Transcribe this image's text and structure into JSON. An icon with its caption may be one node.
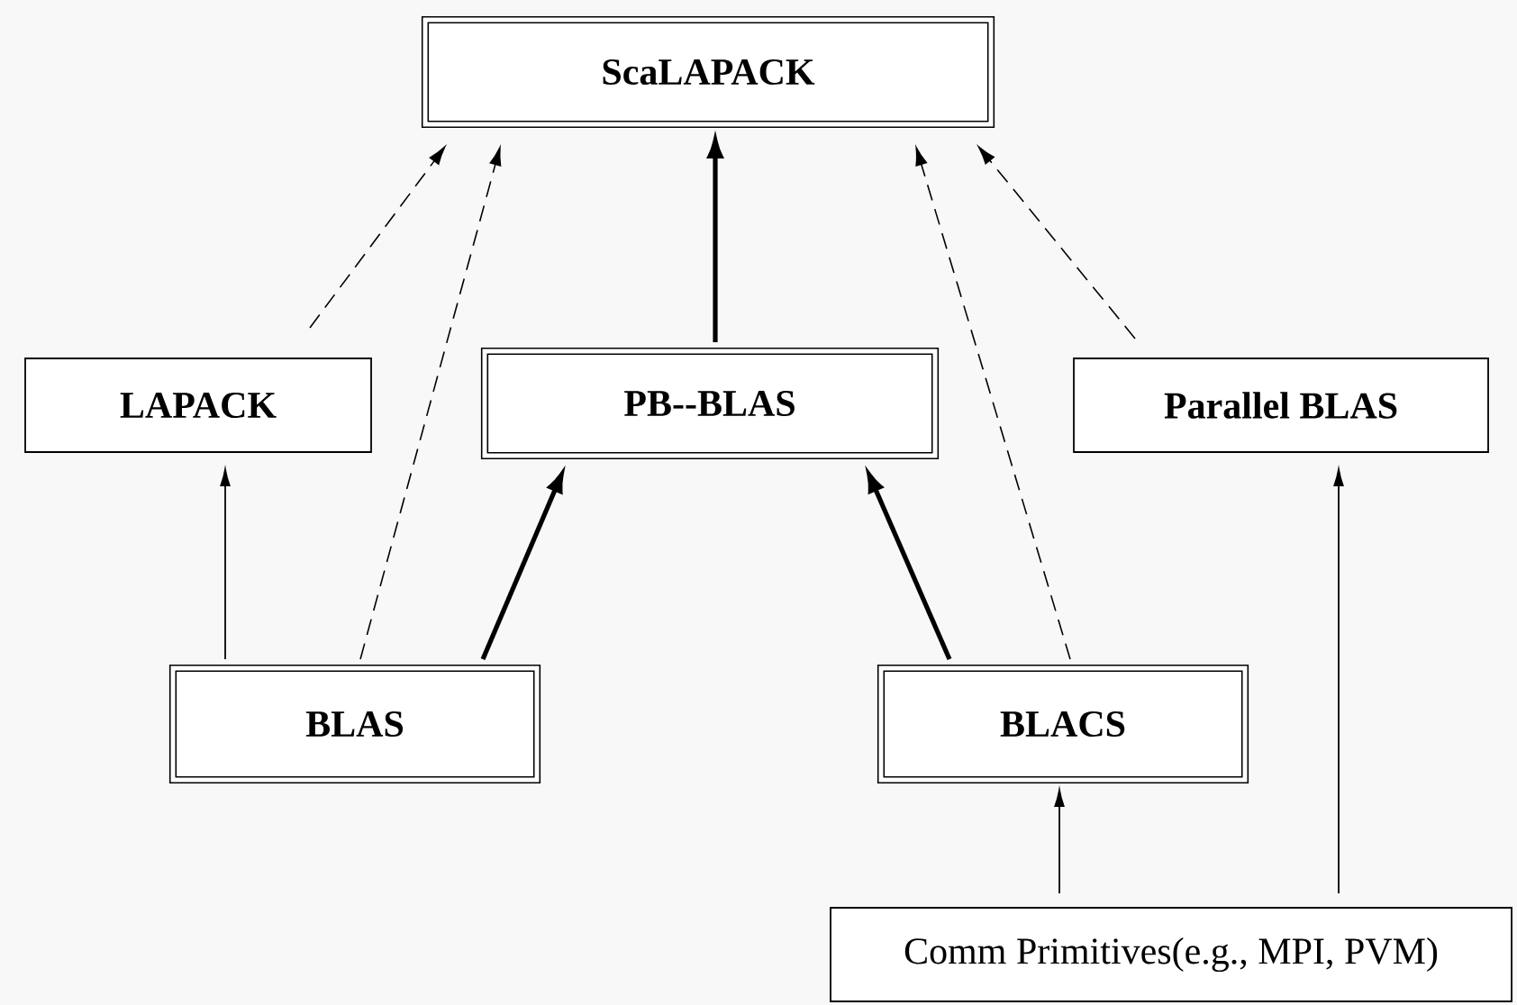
{
  "diagram": {
    "nodes": [
      {
        "text": [
          "ScaLAPACK"
        ]
      },
      {
        "text": [
          "LAPACK"
        ]
      },
      {
        "text": [
          "PB--BLAS"
        ]
      },
      {
        "text": [
          "Parallel BLAS"
        ]
      },
      {
        "text": [
          "BLAS"
        ]
      },
      {
        "text": [
          "BLACS"
        ]
      },
      {
        "text": [
          "Comm Primitives(e.g., MPI, PVM)"
        ]
      }
    ],
    "edges": [
      {
        "from": 1,
        "to": 0,
        "arrow": "to",
        "style": "dashed"
      },
      {
        "from": 4,
        "to": 0,
        "arrow": "to",
        "style": "dashed"
      },
      {
        "from": 2,
        "to": 0,
        "arrow": "to",
        "style": "thick"
      },
      {
        "from": 5,
        "to": 0,
        "arrow": "to",
        "style": "dashed"
      },
      {
        "from": 3,
        "to": 0,
        "arrow": "to",
        "style": "dashed"
      },
      {
        "from": 4,
        "to": 1,
        "arrow": "to"
      },
      {
        "from": 4,
        "to": 2,
        "arrow": "to",
        "style": "thick"
      },
      {
        "from": 5,
        "to": 2,
        "arrow": "to",
        "style": "thick"
      },
      {
        "from": 6,
        "to": 5,
        "arrow": "to"
      },
      {
        "from": 6,
        "to": 3,
        "arrow": "to"
      }
    ]
  }
}
